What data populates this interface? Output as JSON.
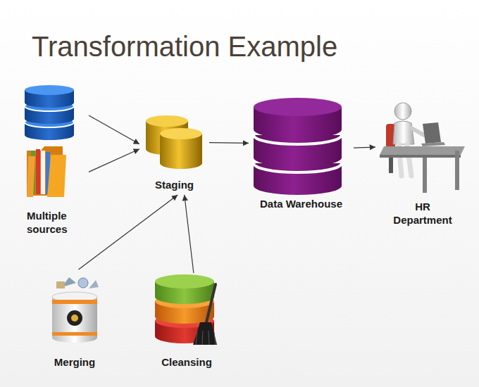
{
  "diagram": {
    "title": "Transformation Example",
    "nodes": [
      {
        "text": [
          "Multiple sources"
        ]
      },
      {
        "text": [
          "Staging"
        ]
      },
      {
        "text": [
          "Data Warehouse"
        ]
      },
      {
        "text": [
          "HR Department"
        ]
      },
      {
        "text": [
          "Merging"
        ]
      },
      {
        "text": [
          "Cleansing"
        ]
      }
    ],
    "edges": [
      {
        "from": 0,
        "to": 1,
        "arrow": "to"
      },
      {
        "from": 0,
        "to": 1,
        "arrow": "to"
      },
      {
        "from": 1,
        "to": 2,
        "arrow": "to"
      },
      {
        "from": 2,
        "to": 3,
        "arrow": "to"
      },
      {
        "from": 4,
        "to": 1,
        "arrow": "to"
      },
      {
        "from": 5,
        "to": 1,
        "arrow": "to"
      }
    ]
  }
}
